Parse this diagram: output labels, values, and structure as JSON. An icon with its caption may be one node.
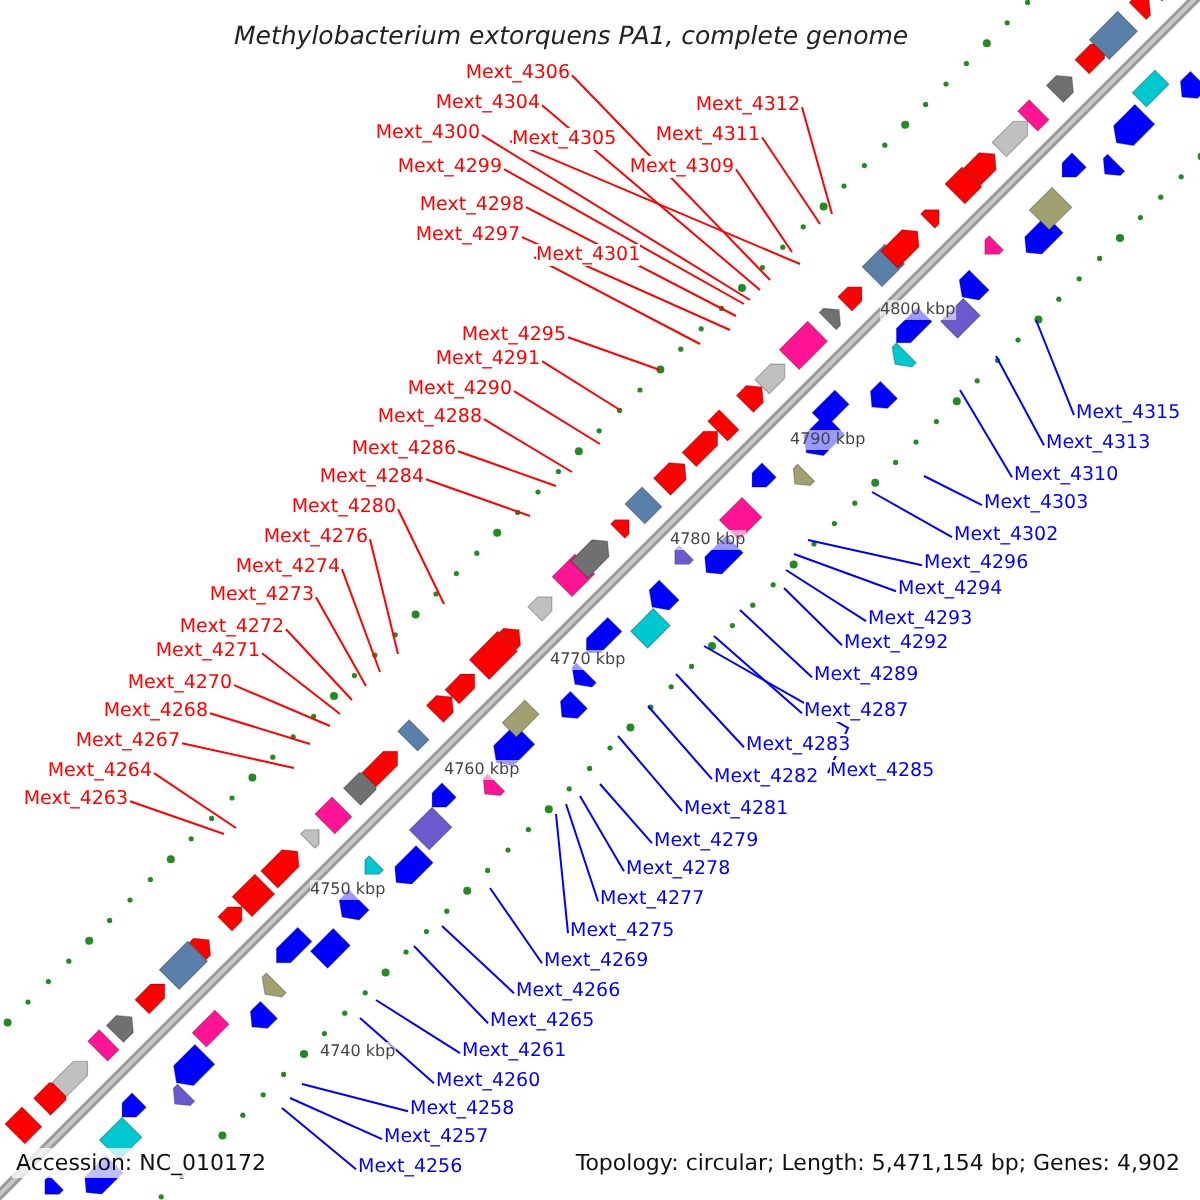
{
  "diagram": {
    "title": "Methylobacterium extorquens PA1, complete genome",
    "nodes": [
      {
        "text": [
          "Mext_4306"
        ]
      },
      {
        "text": [
          "Mext_4304"
        ]
      },
      {
        "text": [
          "Mext_4305"
        ]
      },
      {
        "text": [
          "Mext_4300"
        ]
      },
      {
        "text": [
          "Mext_4299"
        ]
      },
      {
        "text": [
          "Mext_4298"
        ]
      },
      {
        "text": [
          "Mext_4297"
        ]
      },
      {
        "text": [
          "Mext_4301"
        ]
      },
      {
        "text": [
          "Mext_4312"
        ]
      },
      {
        "text": [
          "Mext_4311"
        ]
      },
      {
        "text": [
          "Mext_4309"
        ]
      },
      {
        "text": [
          "Mext_4295"
        ]
      },
      {
        "text": [
          "Mext_4291"
        ]
      },
      {
        "text": [
          "Mext_4290"
        ]
      },
      {
        "text": [
          "Mext_4288"
        ]
      },
      {
        "text": [
          "Mext_4286"
        ]
      },
      {
        "text": [
          "Mext_4284"
        ]
      },
      {
        "text": [
          "Mext_4280"
        ]
      },
      {
        "text": [
          "Mext_4276"
        ]
      },
      {
        "text": [
          "Mext_4274"
        ]
      },
      {
        "text": [
          "Mext_4273"
        ]
      },
      {
        "text": [
          "Mext_4272"
        ]
      },
      {
        "text": [
          "Mext_4271"
        ]
      },
      {
        "text": [
          "Mext_4270"
        ]
      },
      {
        "text": [
          "Mext_4268"
        ]
      },
      {
        "text": [
          "Mext_4267"
        ]
      },
      {
        "text": [
          "Mext_4264"
        ]
      },
      {
        "text": [
          "Mext_4263"
        ]
      },
      {
        "text": [
          "Mext_4315"
        ]
      },
      {
        "text": [
          "Mext_4313"
        ]
      },
      {
        "text": [
          "Mext_4310"
        ]
      },
      {
        "text": [
          "Mext_4303"
        ]
      },
      {
        "text": [
          "Mext_4302"
        ]
      },
      {
        "text": [
          "Mext_4296"
        ]
      },
      {
        "text": [
          "Mext_4294"
        ]
      },
      {
        "text": [
          "Mext_4293"
        ]
      },
      {
        "text": [
          "Mext_4292"
        ]
      },
      {
        "text": [
          "Mext_4289"
        ]
      },
      {
        "text": [
          "Mext_4287"
        ]
      },
      {
        "text": [
          "Mext_4283"
        ]
      },
      {
        "text": [
          "Mext_4285"
        ]
      },
      {
        "text": [
          "Mext_4282"
        ]
      },
      {
        "text": [
          "Mext_4281"
        ]
      },
      {
        "text": [
          "Mext_4279"
        ]
      },
      {
        "text": [
          "Mext_4278"
        ]
      },
      {
        "text": [
          "Mext_4277"
        ]
      },
      {
        "text": [
          "Mext_4275"
        ]
      },
      {
        "text": [
          "Mext_4269"
        ]
      },
      {
        "text": [
          "Mext_4266"
        ]
      },
      {
        "text": [
          "Mext_4265"
        ]
      },
      {
        "text": [
          "Mext_4261"
        ]
      },
      {
        "text": [
          "Mext_4260"
        ]
      },
      {
        "text": [
          "Mext_4258"
        ]
      },
      {
        "text": [
          "Mext_4257"
        ]
      },
      {
        "text": [
          "Mext_4256"
        ]
      }
    ],
    "edges": [
      {
        "from": 0,
        "to": null,
        "arrow": "none"
      },
      {
        "from": 1,
        "to": null,
        "arrow": "none"
      },
      {
        "from": 2,
        "to": null,
        "arrow": "none"
      },
      {
        "from": 3,
        "to": null,
        "arrow": "none"
      },
      {
        "from": 4,
        "to": null,
        "arrow": "none"
      },
      {
        "from": 5,
        "to": null,
        "arrow": "none"
      },
      {
        "from": 6,
        "to": null,
        "arrow": "none"
      },
      {
        "from": 7,
        "to": null,
        "arrow": "none"
      },
      {
        "from": 8,
        "to": null,
        "arrow": "none"
      },
      {
        "from": 9,
        "to": null,
        "arrow": "none"
      },
      {
        "from": 10,
        "to": null,
        "arrow": "none"
      },
      {
        "from": 11,
        "to": null,
        "arrow": "none"
      },
      {
        "from": 12,
        "to": null,
        "arrow": "none"
      },
      {
        "from": 13,
        "to": null,
        "arrow": "none"
      },
      {
        "from": 14,
        "to": null,
        "arrow": "none"
      },
      {
        "from": 15,
        "to": null,
        "arrow": "none"
      },
      {
        "from": 16,
        "to": null,
        "arrow": "none"
      },
      {
        "from": 17,
        "to": null,
        "arrow": "none"
      },
      {
        "from": 18,
        "to": null,
        "arrow": "none"
      },
      {
        "from": 19,
        "to": null,
        "arrow": "none"
      },
      {
        "from": 20,
        "to": null,
        "arrow": "none"
      },
      {
        "from": 21,
        "to": null,
        "arrow": "none"
      },
      {
        "from": 22,
        "to": null,
        "arrow": "none"
      },
      {
        "from": 23,
        "to": null,
        "arrow": "none"
      },
      {
        "from": 24,
        "to": null,
        "arrow": "none"
      },
      {
        "from": 25,
        "to": null,
        "arrow": "none"
      },
      {
        "from": 26,
        "to": null,
        "arrow": "none"
      },
      {
        "from": 27,
        "to": null,
        "arrow": "none"
      },
      {
        "from": 28,
        "to": null,
        "arrow": "none",
        "color": "#0000ff"
      },
      {
        "from": 29,
        "to": null,
        "arrow": "none",
        "color": "#0000ff"
      },
      {
        "from": 30,
        "to": null,
        "arrow": "none",
        "color": "#0000ff"
      },
      {
        "from": 31,
        "to": null,
        "arrow": "none",
        "color": "#0000ff"
      },
      {
        "from": 32,
        "to": null,
        "arrow": "none",
        "color": "#0000ff"
      },
      {
        "from": 33,
        "to": null,
        "arrow": "none",
        "color": "#0000ff"
      },
      {
        "from": 34,
        "to": null,
        "arrow": "none",
        "color": "#0000ff"
      },
      {
        "from": 35,
        "to": null,
        "arrow": "none",
        "color": "#0000ff"
      },
      {
        "from": 36,
        "to": null,
        "arrow": "none",
        "color": "#0000ff"
      },
      {
        "from": 37,
        "to": null,
        "arrow": "none",
        "color": "#0000ff"
      },
      {
        "from": 38,
        "to": null,
        "arrow": "none",
        "color": "#0000ff"
      },
      {
        "from": 39,
        "to": null,
        "arrow": "none",
        "color": "#0000ff"
      },
      {
        "from": 40,
        "to": null,
        "arrow": "none",
        "color": "#0000ff"
      },
      {
        "from": 41,
        "to": null,
        "arrow": "none",
        "color": "#0000ff"
      },
      {
        "from": 42,
        "to": null,
        "arrow": "none",
        "color": "#0000ff"
      },
      {
        "from": 43,
        "to": null,
        "arrow": "none",
        "color": "#0000ff"
      },
      {
        "from": 44,
        "to": null,
        "arrow": "none",
        "color": "#0000ff"
      },
      {
        "from": 45,
        "to": null,
        "arrow": "none",
        "color": "#0000ff"
      },
      {
        "from": 46,
        "to": null,
        "arrow": "none",
        "color": "#0000ff"
      },
      {
        "from": 47,
        "to": null,
        "arrow": "none",
        "color": "#0000ff"
      },
      {
        "from": 48,
        "to": null,
        "arrow": "none",
        "color": "#0000ff"
      },
      {
        "from": 49,
        "to": null,
        "arrow": "none",
        "color": "#0000ff"
      },
      {
        "from": 50,
        "to": null,
        "arrow": "none",
        "color": "#0000ff"
      },
      {
        "from": 51,
        "to": null,
        "arrow": "none",
        "color": "#0000ff"
      },
      {
        "from": 52,
        "to": null,
        "arrow": "none",
        "color": "#0000ff"
      },
      {
        "from": 53,
        "to": null,
        "arrow": "none",
        "color": "#0000ff"
      },
      {
        "from": 54,
        "to": null,
        "arrow": "none",
        "color": "#0000ff"
      }
    ],
    "labels": [
      "4800 kbp",
      "4790 kbp",
      "4780 kbp",
      "4770 kbp",
      "4760 kbp",
      "4750 kbp",
      "4740 kbp",
      "Accession: NC_010172",
      "Topology: circular; Length: 5,471,154 bp; Genes: 4,902"
    ]
  }
}
